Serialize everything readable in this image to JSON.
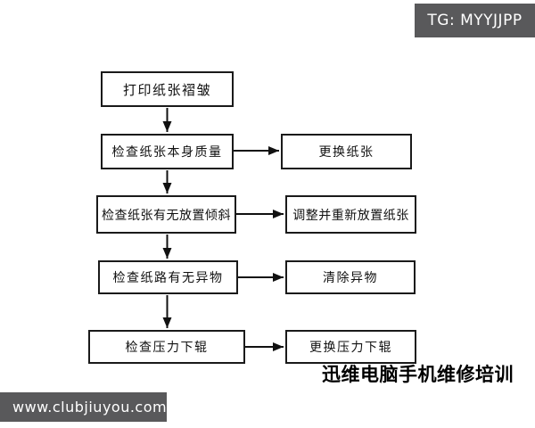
{
  "badge": {
    "label": "TG: MYYJJPP"
  },
  "footer": {
    "url": "www.clubjiuyou.com"
  },
  "watermark": {
    "label": "迅维电脑手机维修培训"
  },
  "colors": {
    "banner_bg": "#59595b",
    "banner_text": "#ffffff",
    "box_border": "#1a1a1a",
    "box_bg": "#ffffff",
    "connector": "#111111",
    "page_bg": "#ffffff"
  },
  "flowchart": {
    "type": "troubleshooting-flowchart",
    "start": {
      "label": "打印纸张褶皱"
    },
    "steps": [
      {
        "check": "检查纸张本身质量",
        "action": "更换纸张"
      },
      {
        "check": "检查纸张有无放置倾斜",
        "action": "调整并重新放置纸张"
      },
      {
        "check": "检查纸路有无异物",
        "action": "清除异物"
      },
      {
        "check": "检查压力下辊",
        "action": "更换压力下辊"
      }
    ]
  }
}
